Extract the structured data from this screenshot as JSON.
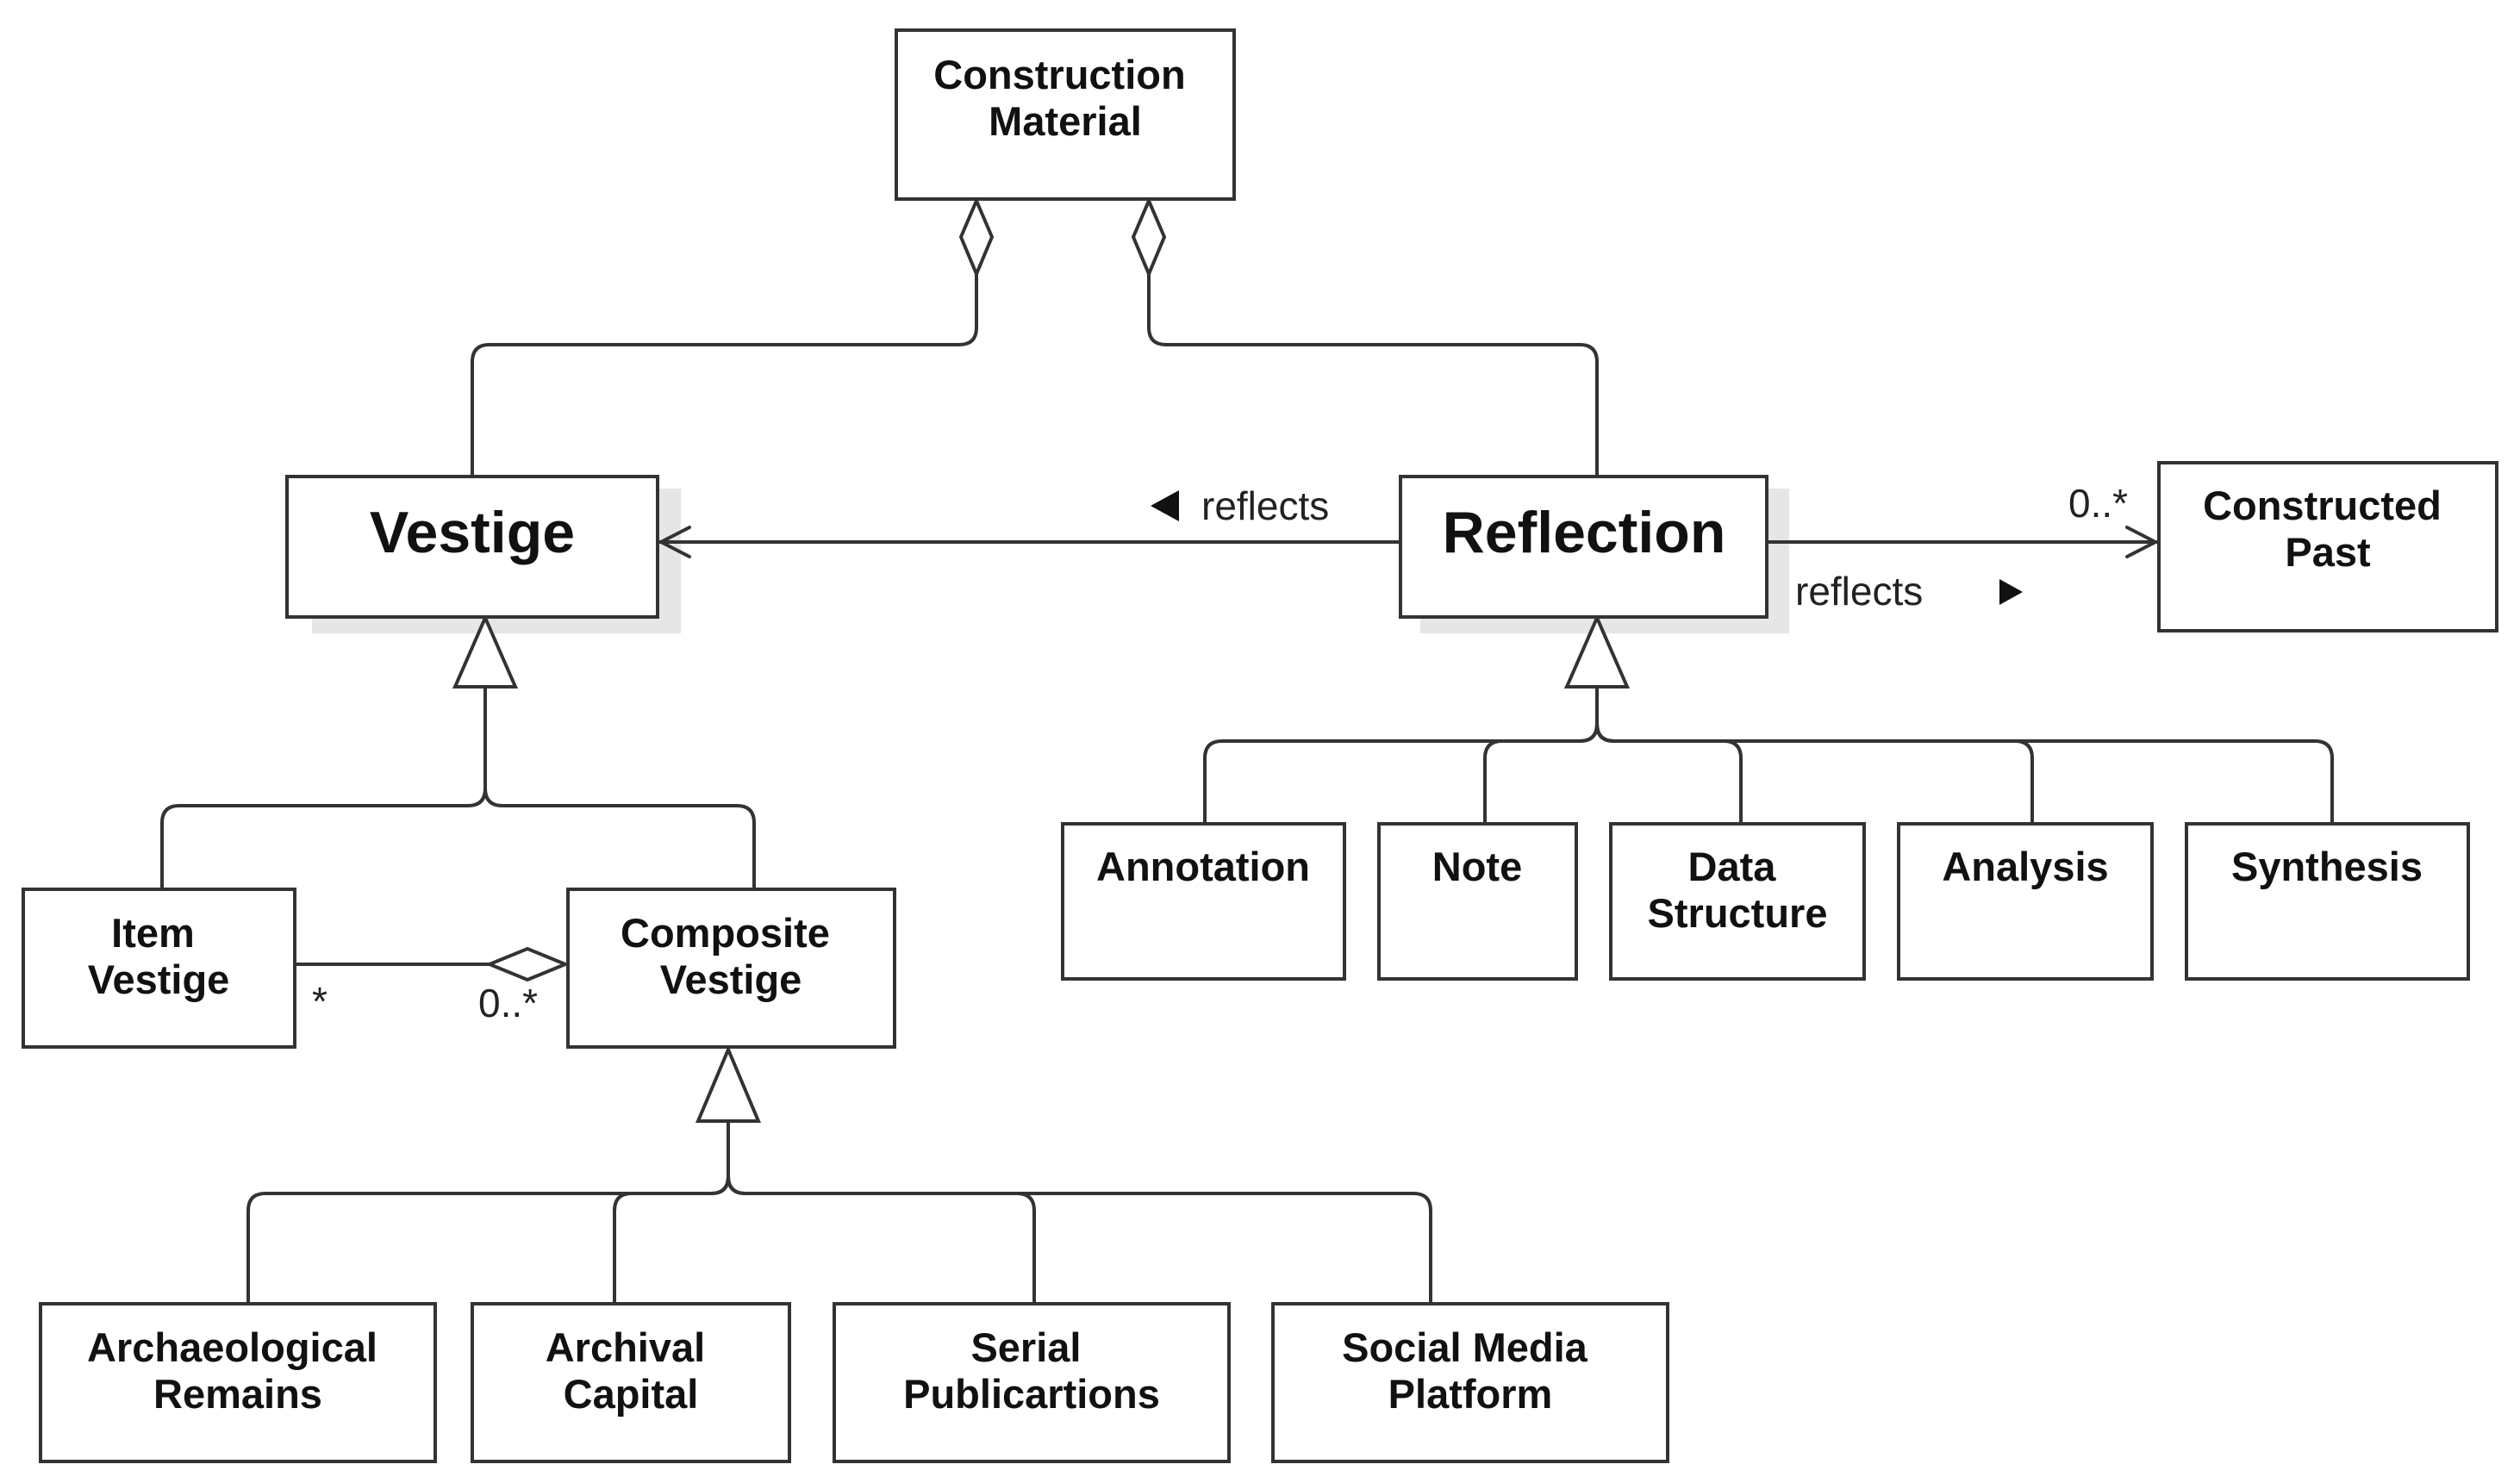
{
  "classes": {
    "construction_material": [
      "Construction",
      "Material"
    ],
    "vestige": [
      "Vestige"
    ],
    "reflection": [
      "Reflection"
    ],
    "constructed_past": [
      "Constructed",
      "Past"
    ],
    "item_vestige": [
      "Item",
      "Vestige"
    ],
    "composite_vestige": [
      "Composite",
      "Vestige"
    ],
    "annotation": [
      "Annotation"
    ],
    "note": [
      "Note"
    ],
    "data_structure": [
      "Data",
      "Structure"
    ],
    "analysis": [
      "Analysis"
    ],
    "synthesis": [
      "Synthesis"
    ],
    "archaeological_remains": [
      "Archaeological",
      "Remains"
    ],
    "archival_capital": [
      "Archival",
      "Capital"
    ],
    "serial_publications": [
      "Serial",
      "Publicartions"
    ],
    "social_media_platform": [
      "Social Media",
      "Platform"
    ]
  },
  "associations": {
    "reflection_vestige_label": "reflects",
    "reflection_past_label": "reflects",
    "reflection_past_multiplicity": "0..*",
    "item_composite_item_multiplicity": "*",
    "item_composite_composite_multiplicity": "0..*"
  },
  "colors": {
    "line": "#333333",
    "text": "#111111",
    "shadow": "#e6e6e6"
  }
}
